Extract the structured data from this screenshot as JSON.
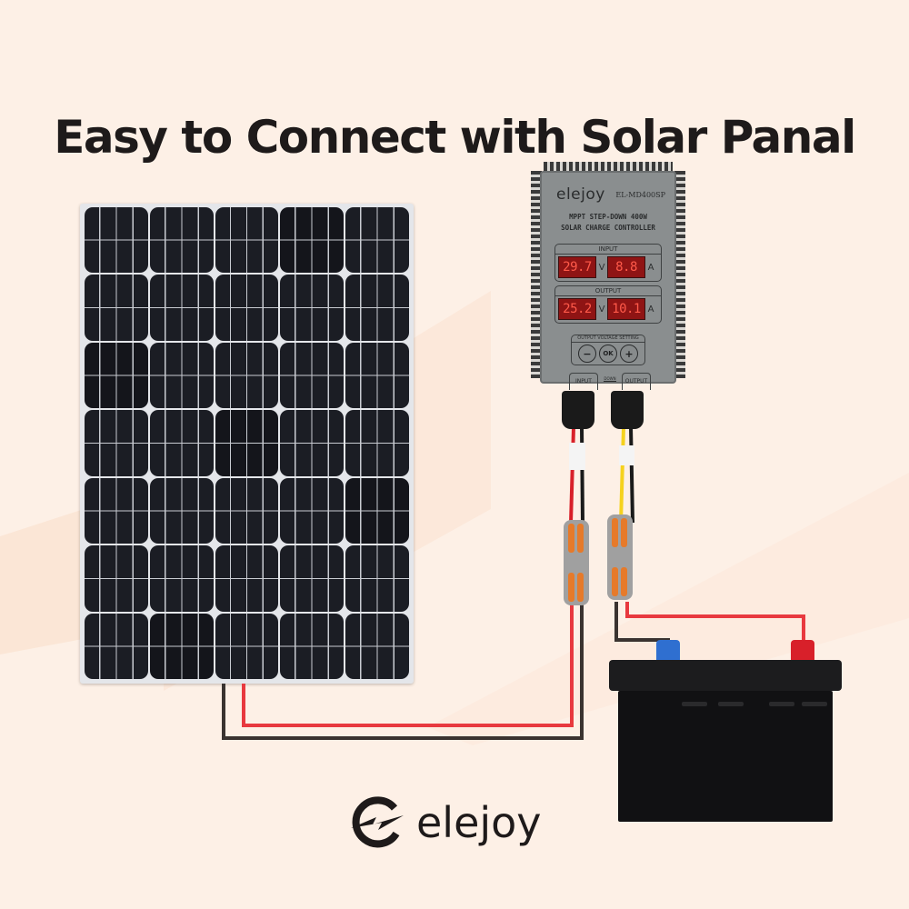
{
  "title": "Easy to Connect with Solar Panal",
  "colors": {
    "background": "#fdf0e6",
    "background_accent": "#fbe3d2",
    "wire_positive": "#e8393f",
    "wire_negative": "#3a3330",
    "lcd_bg": "#8f1414",
    "lcd_text": "#ff5a4a"
  },
  "solar_panel": {
    "columns": 5,
    "rows": 7
  },
  "controller": {
    "brand": "elejoy",
    "model": "EL-MD400SP",
    "line1": "MPPT STEP-DOWN 400W",
    "line2": "SOLAR CHARGE CONTROLLER",
    "input": {
      "label": "INPUT",
      "voltage": "29.7",
      "voltage_unit": "V",
      "current": "8.8",
      "current_unit": "A"
    },
    "output": {
      "label": "OUTPUT",
      "voltage": "25.2",
      "voltage_unit": "V",
      "current": "10.1",
      "current_unit": "A"
    },
    "settings_label": "OUTPUT VOLTAGE SETTING",
    "buttons": {
      "minus": "−",
      "ok": "OK",
      "plus": "+"
    },
    "port_input": "INPUT",
    "port_mid": "DOWN",
    "port_output": "OUTPUT"
  },
  "battery": {
    "terminal_negative_color": "#2f6fd0",
    "terminal_positive_color": "#d8202a"
  },
  "logo": {
    "icon": "elejoy-lightning-e-icon",
    "text": "elejoy"
  }
}
